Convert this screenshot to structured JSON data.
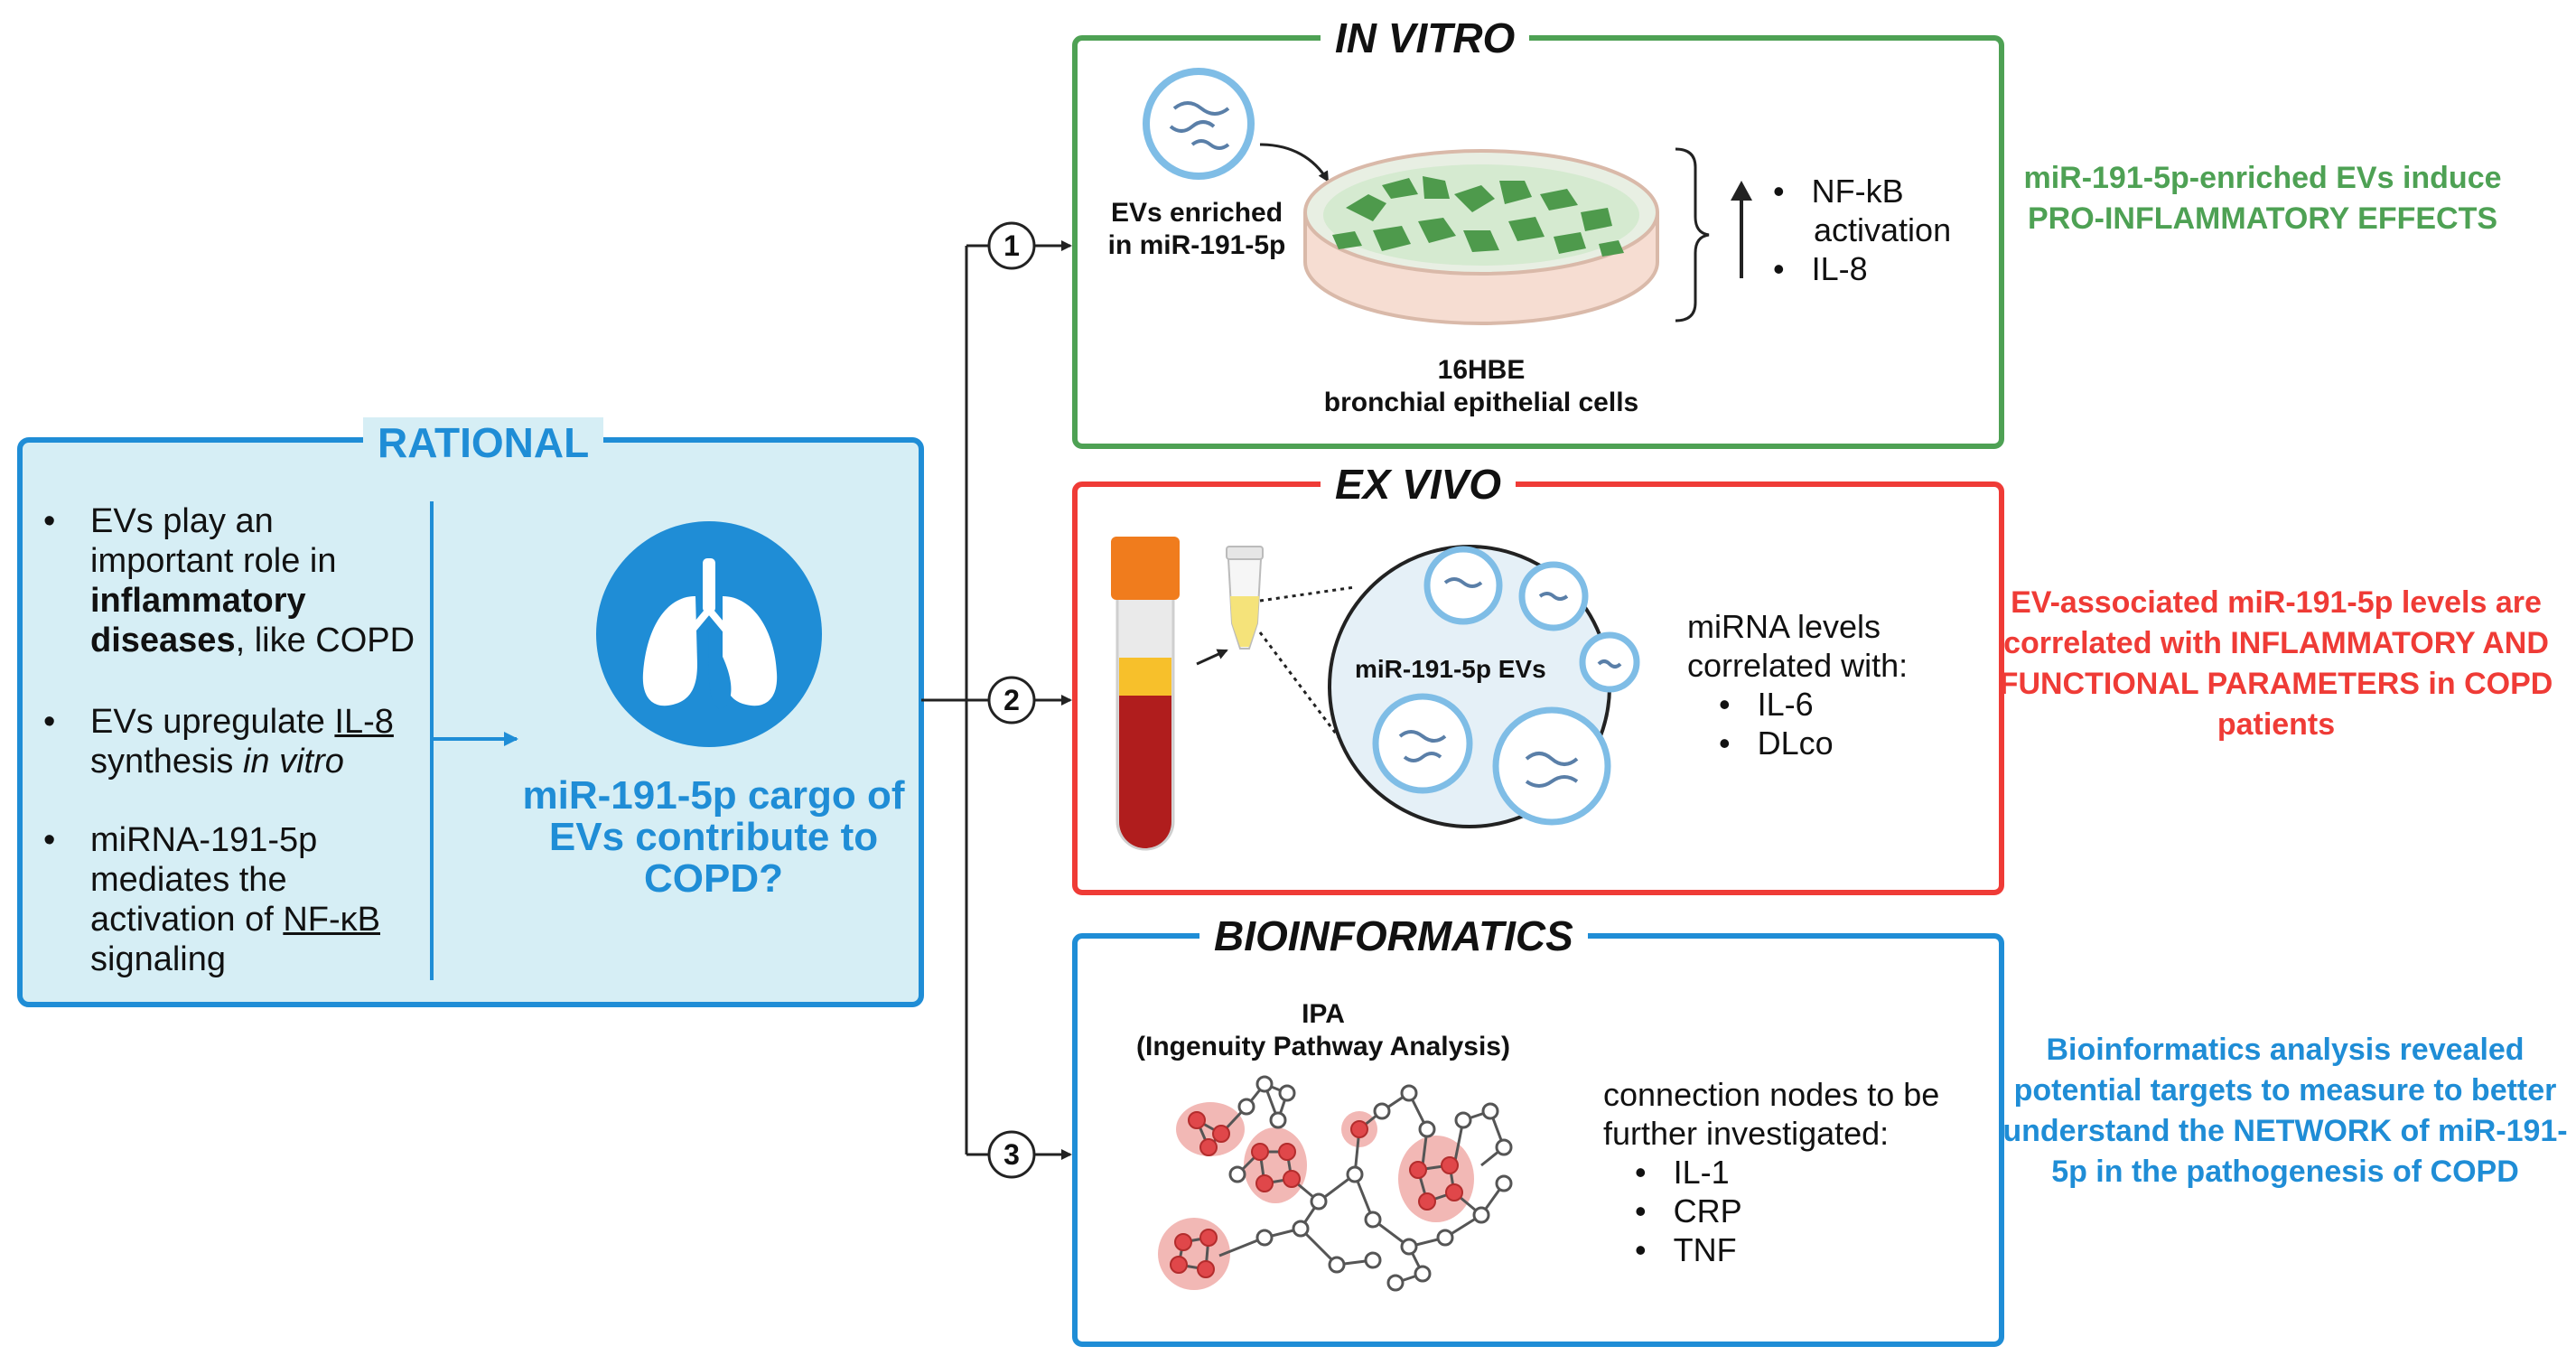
{
  "rational": {
    "title": "RATIONAL",
    "item1": {
      "a": "EVs play an important role in ",
      "b": "inflammatory diseases",
      "c": ", like COPD"
    },
    "item2": {
      "a": "EVs upregulate ",
      "b": "IL-8",
      "c": " synthesis ",
      "d": "in vitro"
    },
    "item3": {
      "a": "miRNA-191-5p mediates the activation of ",
      "b": "NF-κB",
      "c": " signaling"
    },
    "question": "miR-191-5p cargo of EVs contribute to COPD?"
  },
  "steps": [
    "1",
    "2",
    "3"
  ],
  "in_vitro": {
    "title": "IN VITRO",
    "ev_label_1": "EVs enriched",
    "ev_label_2": "in miR-191-5p",
    "cells_1": "16HBE",
    "cells_2": "bronchial epithelial cells",
    "effects": [
      "NF-kB activation",
      "IL-8"
    ],
    "effect_line1": "NF-kB",
    "effect_line2": "activation",
    "effect_line3": "IL-8",
    "conclusion": "miR-191-5p-enriched EVs induce PRO-INFLAMMATORY EFFECTS"
  },
  "ex_vivo": {
    "title": "EX VIVO",
    "ev_label": "miR-191-5p EVs",
    "levels_1": "miRNA levels",
    "levels_2": "correlated with:",
    "params": [
      "IL-6",
      "DLco"
    ],
    "conclusion": "EV-associated miR-191-5p levels are correlated with INFLAMMATORY AND FUNCTIONAL PARAMETERS in COPD patients"
  },
  "bioinformatics": {
    "title": "BIOINFORMATICS",
    "tool_1": "IPA",
    "tool_2": "(Ingenuity Pathway Analysis)",
    "nodes_1": "connection nodes to be",
    "nodes_2": "further investigated:",
    "targets": [
      "IL-1",
      "CRP",
      "TNF"
    ],
    "conclusion": "Bioinformatics analysis revealed potential targets to measure to better understand the NETWORK of miR-191-5p in the pathogenesis of COPD"
  },
  "colors": {
    "blue": "#1f8dd6",
    "green": "#4ea154",
    "red": "#ef3b36",
    "rational_fill": "#d6eef5"
  },
  "icons": [
    "lungs-icon",
    "ev-vesicle-icon",
    "petri-dish-icon",
    "blood-tube-icon",
    "eppendorf-tube-icon",
    "network-graph-icon",
    "arrow-up-icon",
    "brace-icon"
  ]
}
